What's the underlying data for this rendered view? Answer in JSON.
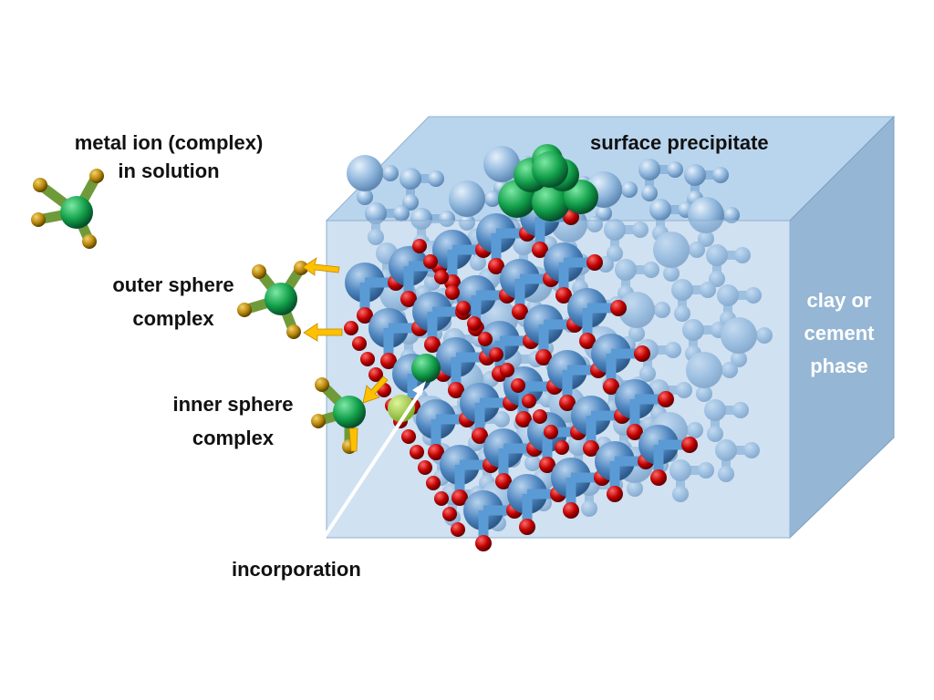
{
  "labels": {
    "metal_ion": [
      "metal ion (complex)",
      "in solution"
    ],
    "surface_precipitate": "surface precipitate",
    "outer_sphere": [
      "outer sphere",
      "complex"
    ],
    "inner_sphere": [
      "inner sphere",
      "complex"
    ],
    "incorporation": "incorporation",
    "phase": [
      "clay or",
      "cement",
      "phase"
    ]
  },
  "colors": {
    "box_front": "#a9c8e6",
    "box_top": "#b9d5ee",
    "box_side": "#95b6d4",
    "lattice_sphere": "#8fb6dc",
    "oxygen": "#c00000",
    "metal": "#12a04a",
    "ligand": "#b8860b",
    "arrow": "#ffc000"
  }
}
